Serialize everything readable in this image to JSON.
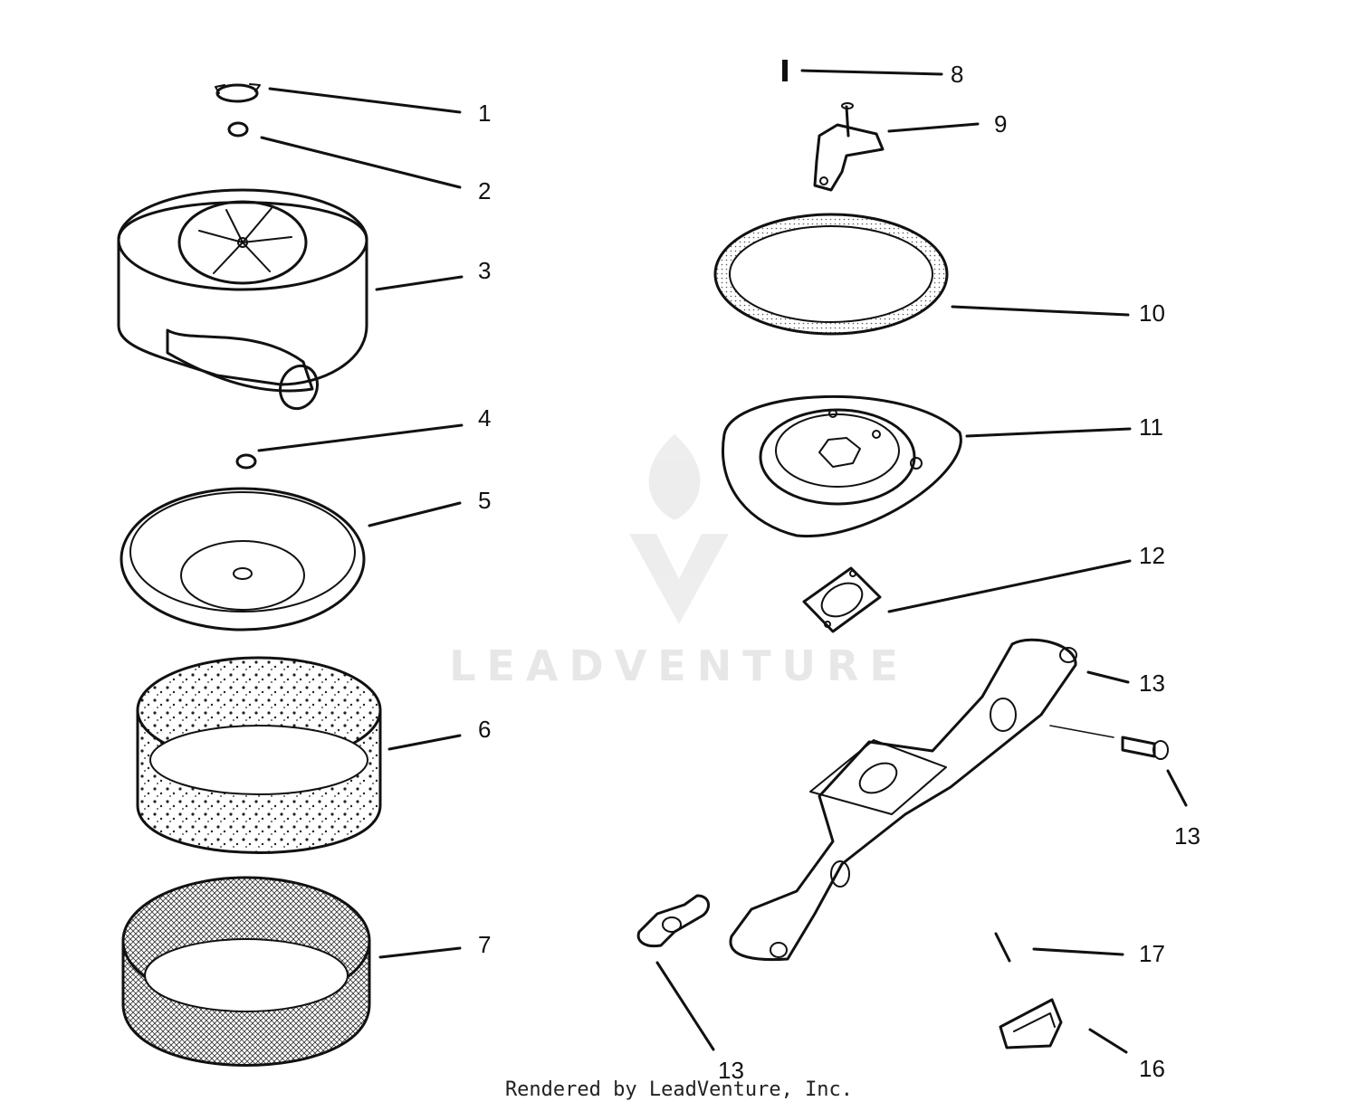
{
  "diagram": {
    "callouts": [
      {
        "id": "c1",
        "label": "1"
      },
      {
        "id": "c2",
        "label": "2"
      },
      {
        "id": "c3",
        "label": "3"
      },
      {
        "id": "c4",
        "label": "4"
      },
      {
        "id": "c5",
        "label": "5"
      },
      {
        "id": "c6",
        "label": "6"
      },
      {
        "id": "c7",
        "label": "7"
      },
      {
        "id": "c8",
        "label": "8"
      },
      {
        "id": "c9",
        "label": "9"
      },
      {
        "id": "c10",
        "label": "10"
      },
      {
        "id": "c11",
        "label": "11"
      },
      {
        "id": "c12",
        "label": "12"
      },
      {
        "id": "c13a",
        "label": "13"
      },
      {
        "id": "c13b",
        "label": "13"
      },
      {
        "id": "c13c",
        "label": "13"
      },
      {
        "id": "c17",
        "label": "17"
      },
      {
        "id": "c16",
        "label": "16"
      }
    ]
  },
  "watermark": {
    "text": "LEADVENTURE",
    "color": "#e7e7e7"
  },
  "footer": {
    "rendered_by": "Rendered by LeadVenture, Inc."
  }
}
